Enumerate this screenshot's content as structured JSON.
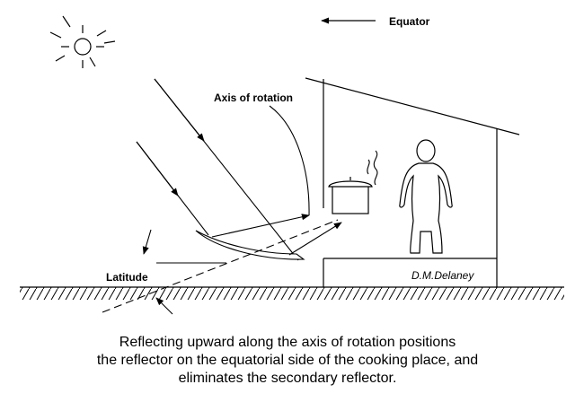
{
  "labels": {
    "equator": "Equator",
    "axis_of_rotation": "Axis of rotation",
    "latitude": "Latitude",
    "signature": "D.M.Delaney"
  },
  "caption": {
    "line1": "Reflecting upward along the axis of rotation positions",
    "line2": "the reflector on the equatorial side of the cooking place, and",
    "line3": "eliminates the secondary reflector."
  }
}
